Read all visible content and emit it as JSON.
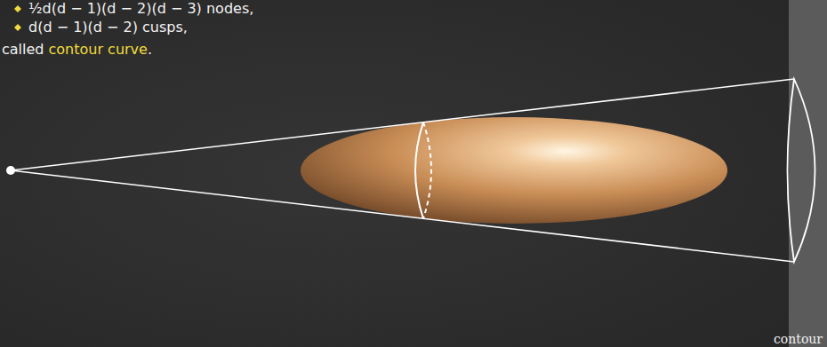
{
  "diagram": {
    "labels": [
      "½d(d − 1)(d − 2)(d − 3) nodes,",
      "d(d − 1)(d − 2) cusps,",
      "called",
      "contour curve",
      ".",
      "contour"
    ]
  }
}
